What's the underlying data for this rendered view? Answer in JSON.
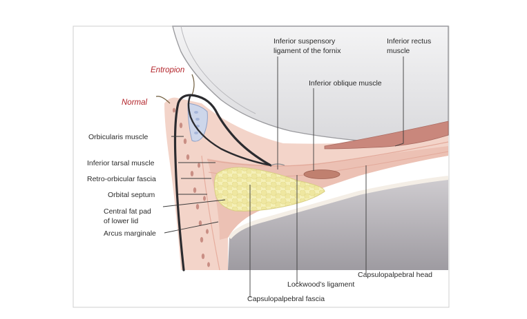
{
  "labels": {
    "entropion": "Entropion",
    "normal": "Normal",
    "inferior_suspensory_line1": "Inferior suspensory",
    "inferior_suspensory_line2": "ligament of the fornix",
    "inferior_rectus_line1": "Inferior rectus",
    "inferior_rectus_line2": "muscle",
    "inferior_oblique": "Inferior oblique muscle",
    "orbicularis": "Orbicularis muscle",
    "inferior_tarsal": "Inferior tarsal muscle",
    "retro_orbicular": "Retro-orbicular fascia",
    "orbital_septum": "Orbital septum",
    "central_fat_line1": "Central fat pad",
    "central_fat_line2": "of lower lid",
    "arcus_marginale": "Arcus marginale",
    "capsulopalpebral_head": "Capsulopalpebral head",
    "lockwoods": "Lockwood’s ligament",
    "capsulopalpebral_fascia": "Capsulopalpebral fascia"
  },
  "colors": {
    "label_red": "#b3252b",
    "tissue_pink": "#f2cfc4",
    "muscle_red": "#c98b80",
    "fat_yellow": "#f3eeb0",
    "bone_gray": "#bfbcc0",
    "globe_gray": "#e4e4e6",
    "tarsus_blue": "#c8d3e8"
  }
}
